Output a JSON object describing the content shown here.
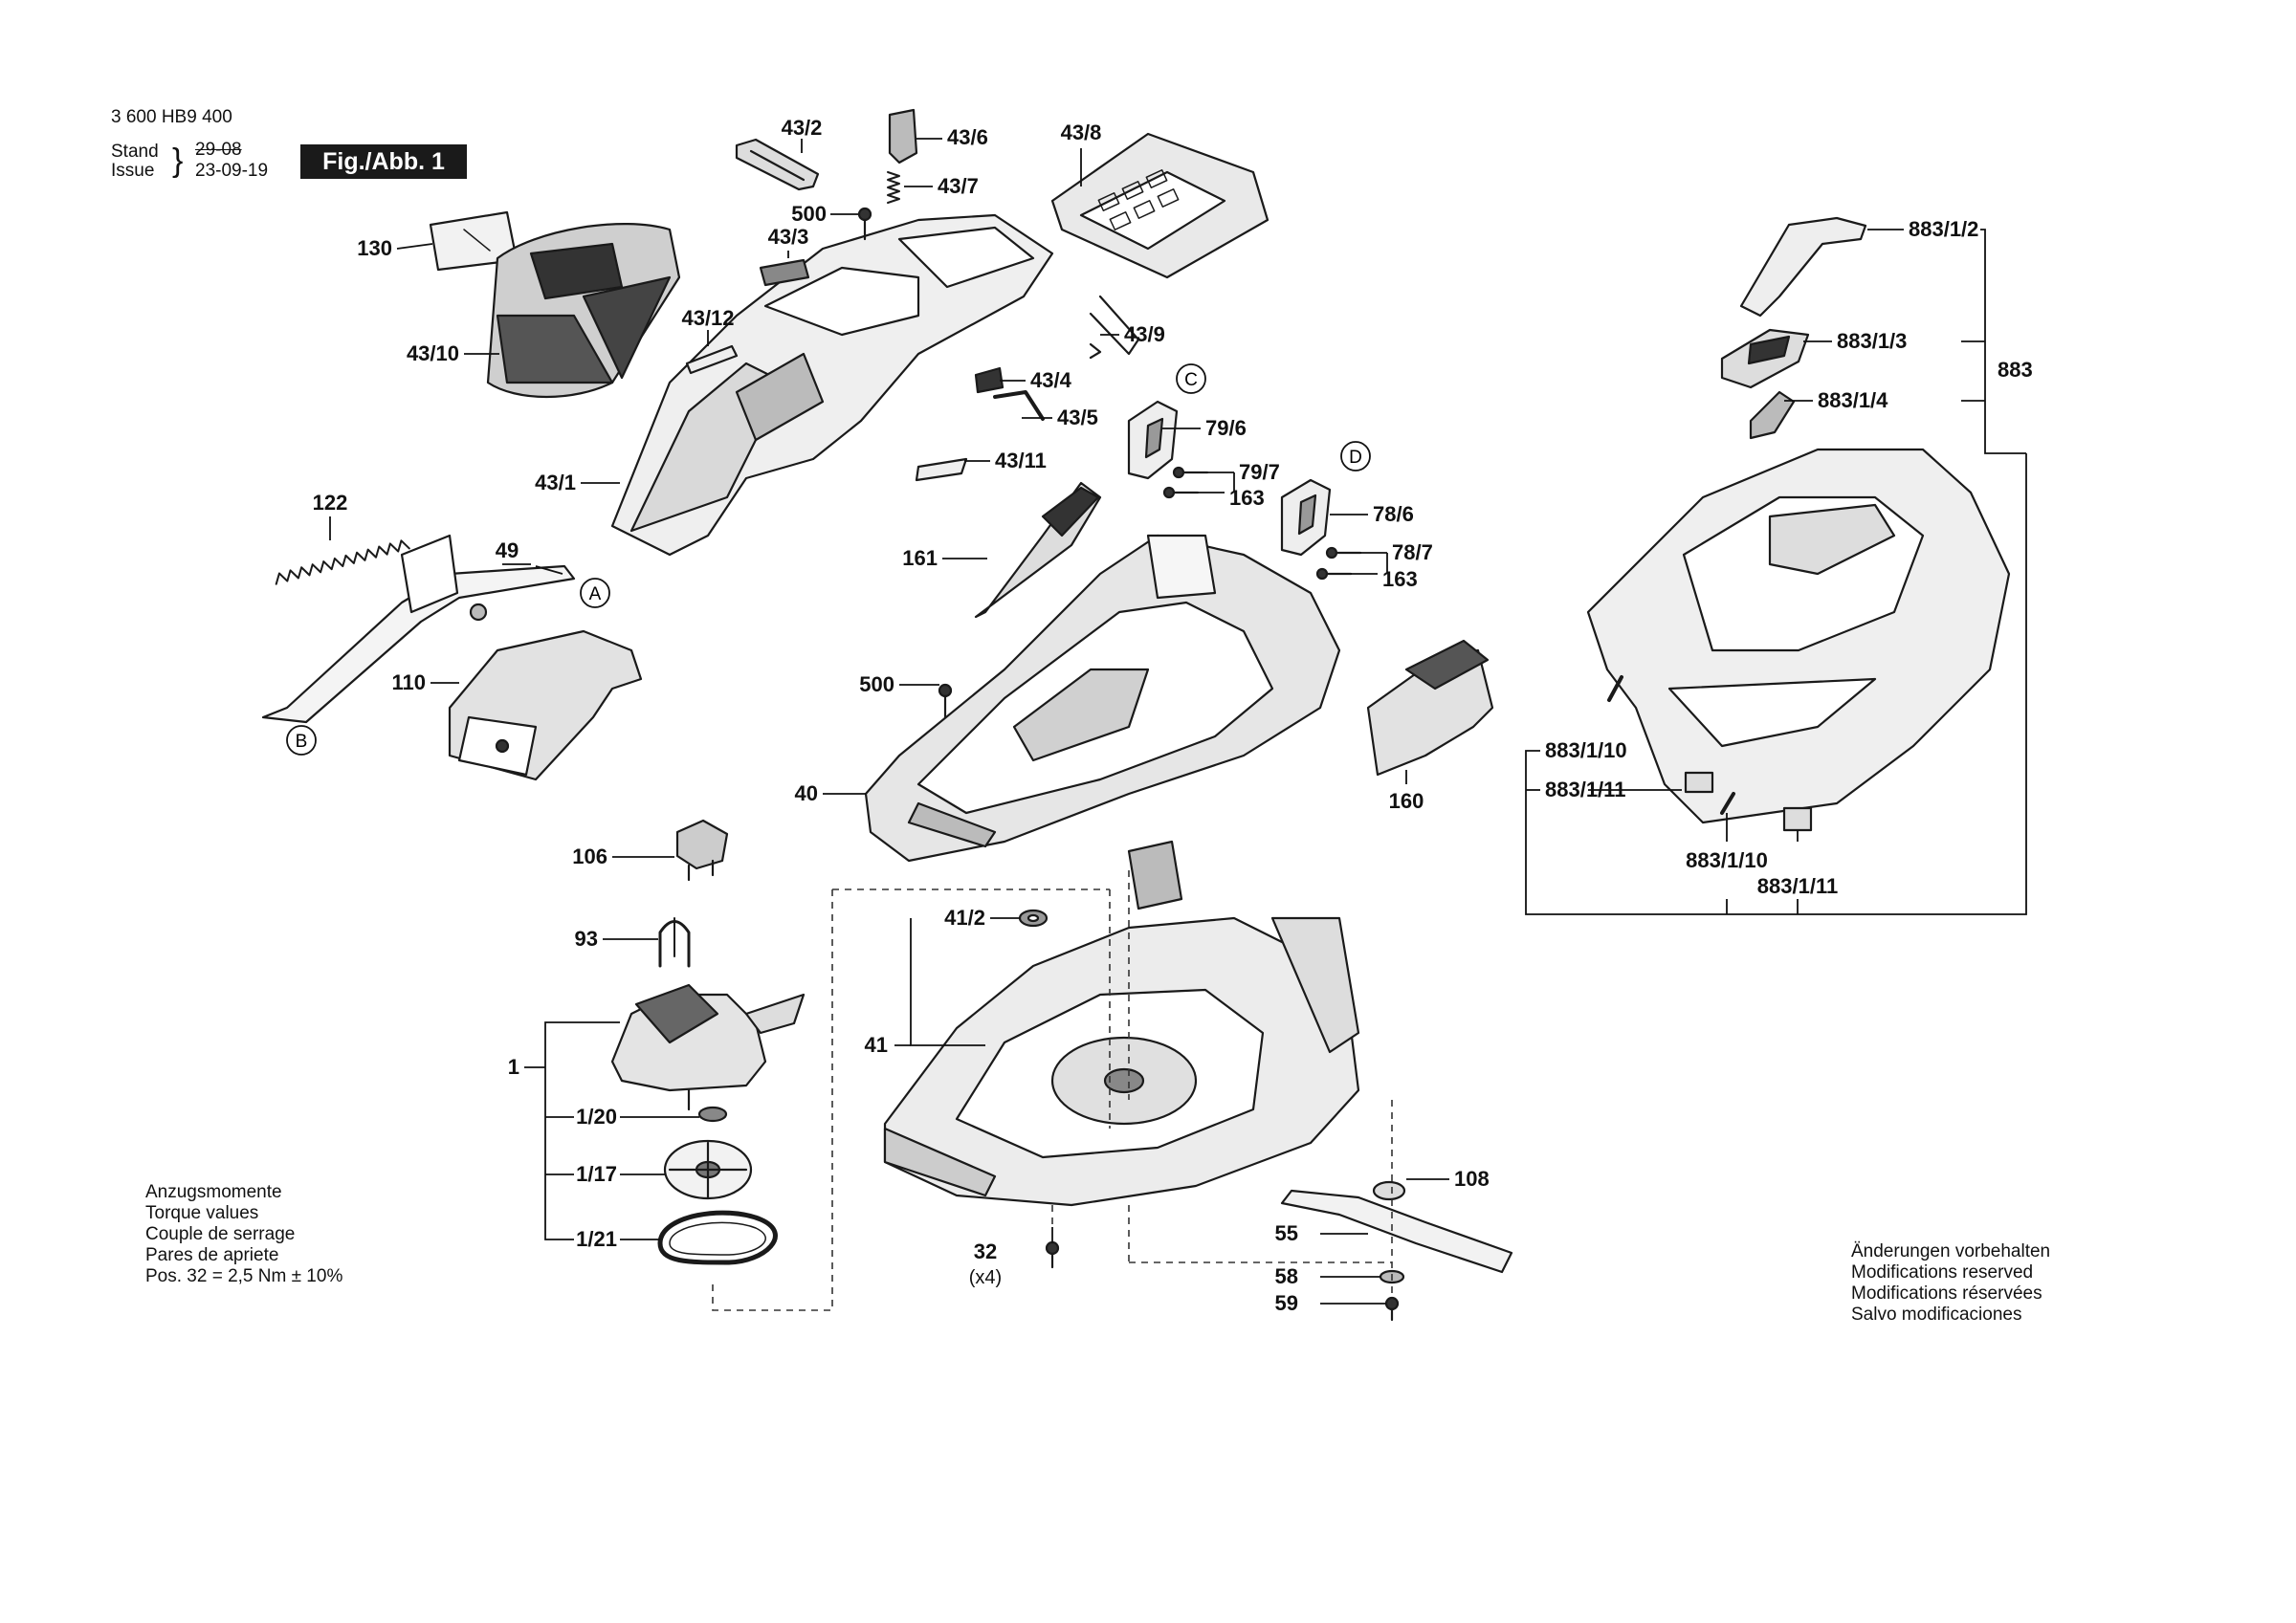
{
  "header": {
    "doc_number": "3 600 HB9 400",
    "stand_label": "Stand",
    "stand_date": "29-08",
    "issue_label": "Issue",
    "issue_date": "23-09-19",
    "figure_label": "Fig./Abb. 1"
  },
  "torque_notes": [
    "Anzugsmomente",
    "Torque values",
    "Couple de serrage",
    "Pares de apriete",
    "Pos. 32 = 2,5 Nm  ± 10%"
  ],
  "modification_notes": [
    "Änderungen vorbehalten",
    "Modifications reserved",
    "Modifications réservées",
    "Salvo modificaciones"
  ],
  "parts": {
    "p43_2": "43/2",
    "p43_6": "43/6",
    "p43_8": "43/8",
    "p43_7": "43/7",
    "p500a": "500",
    "p43_3": "43/3",
    "p130": "130",
    "p43_12": "43/12",
    "p43_10": "43/10",
    "p43_9": "43/9",
    "p43_4": "43/4",
    "p43_5": "43/5",
    "p43_11": "43/11",
    "p43_1": "43/1",
    "p79_6": "79/6",
    "p79_7": "79/7",
    "p163a": "163",
    "p78_6": "78/6",
    "p78_7": "78/7",
    "p163b": "163",
    "p122": "122",
    "p49": "49",
    "p161": "161",
    "p110": "110",
    "p500b": "500",
    "p40": "40",
    "p160": "160",
    "p106": "106",
    "p93": "93",
    "p41_2": "41/2",
    "p41": "41",
    "p1": "1",
    "p1_20": "1/20",
    "p1_17": "1/17",
    "p1_21": "1/21",
    "p32": "32",
    "p32_qty": "(x4)",
    "p108": "108",
    "p55": "55",
    "p58": "58",
    "p59": "59",
    "p883_1_2": "883/1/2",
    "p883_1_3": "883/1/3",
    "p883": "883",
    "p883_1_4": "883/1/4",
    "p883_1_10a": "883/1/10",
    "p883_1_11a": "883/1/11",
    "p883_1_10b": "883/1/10",
    "p883_1_11b": "883/1/11"
  },
  "connectors": {
    "A": "A",
    "B": "B",
    "C": "C",
    "D": "D"
  }
}
